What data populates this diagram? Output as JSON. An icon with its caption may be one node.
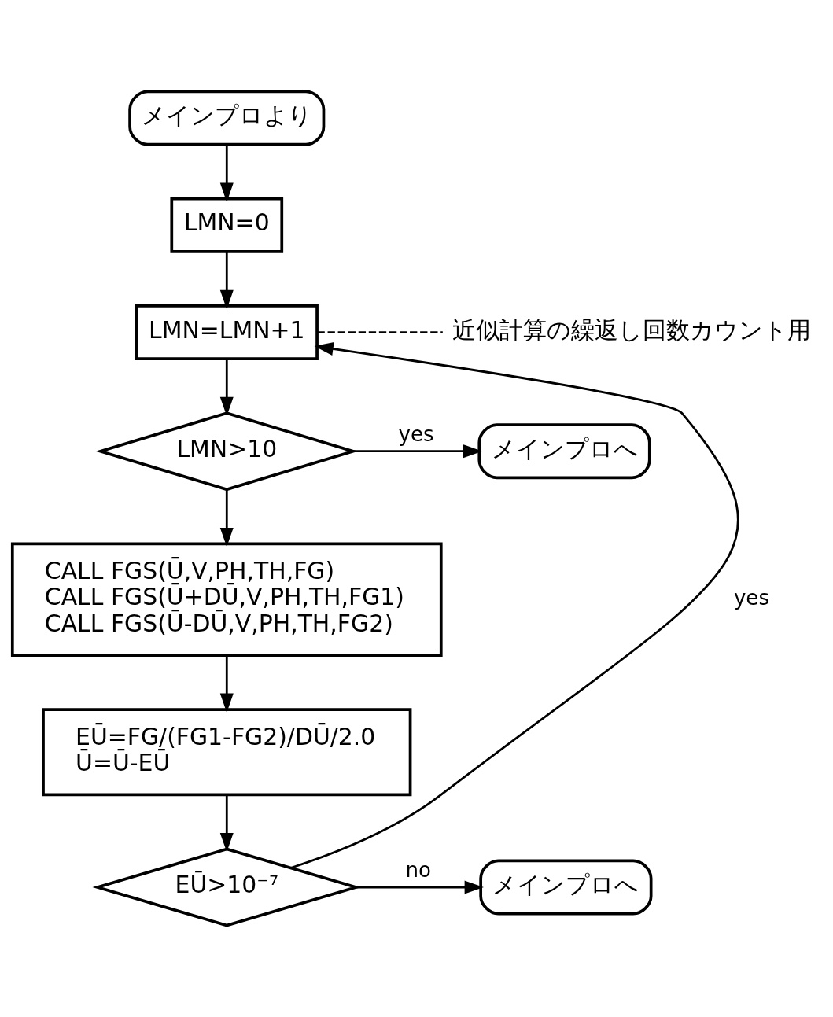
{
  "diagram": {
    "nodes": [
      {
        "text": [
          "メインプロより"
        ]
      },
      {
        "text": [
          "LMN=0"
        ]
      },
      {
        "text": [
          "LMN=LMN+1"
        ]
      },
      {
        "text": [
          "近似計算の繰返し回数カウント用"
        ]
      },
      {
        "text": [
          "LMN>10"
        ]
      },
      {
        "text": [
          "メインプロへ"
        ]
      },
      {
        "text": [
          "CALL FGS(Ū,V,PH,TH,FG)",
          "CALL FGS(Ū+DŪ,V,PH,TH,FG1)",
          "CALL FGS(Ū-DŪ,V,PH,TH,FG2)"
        ]
      },
      {
        "text": [
          "EŪ=FG/(FG1-FG2)/DŪ/2.0",
          "Ū=Ū-EŪ"
        ]
      },
      {
        "text": [
          "EŪ>10⁻⁷"
        ]
      },
      {
        "text": [
          "メインプロへ"
        ]
      }
    ],
    "edges": [
      {
        "from": 0,
        "to": 1,
        "arrow": "to"
      },
      {
        "from": 1,
        "to": 2,
        "arrow": "to"
      },
      {
        "from": 2,
        "to": 3,
        "arrow": "none",
        "style": "dashed"
      },
      {
        "from": 2,
        "to": 4,
        "arrow": "to"
      },
      {
        "from": 4,
        "to": 5,
        "arrow": "to",
        "label": "yes"
      },
      {
        "from": 4,
        "to": 6,
        "arrow": "to"
      },
      {
        "from": 6,
        "to": 7,
        "arrow": "to"
      },
      {
        "from": 7,
        "to": 8,
        "arrow": "to"
      },
      {
        "from": 8,
        "to": 2,
        "arrow": "to",
        "label": "yes"
      },
      {
        "from": 8,
        "to": 9,
        "arrow": "to",
        "label": "no"
      }
    ]
  }
}
